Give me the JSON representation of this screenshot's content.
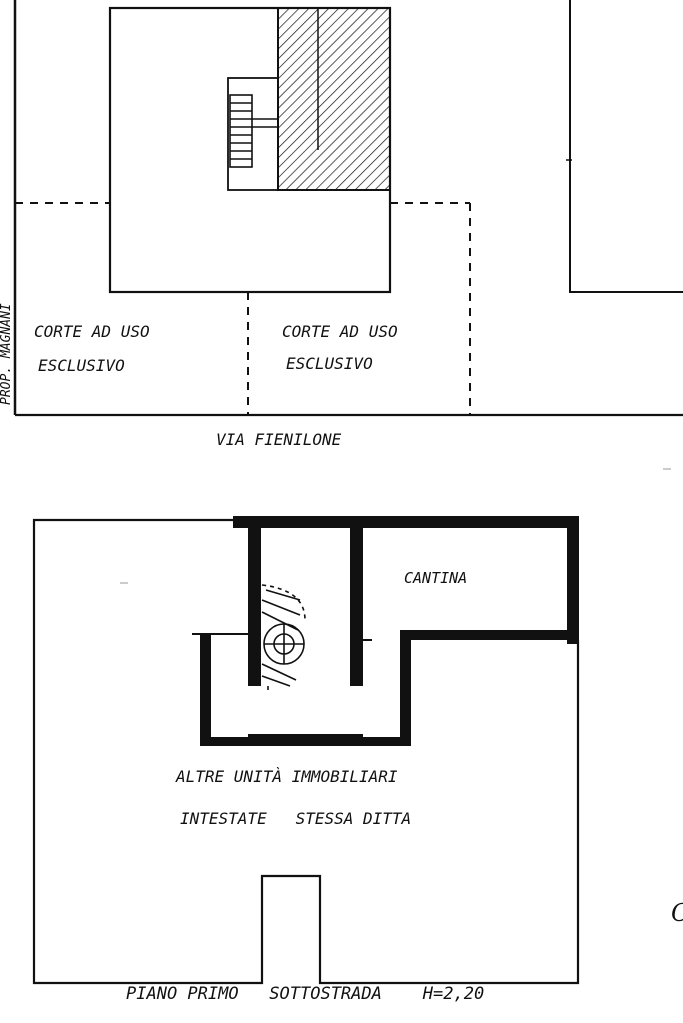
{
  "upper_plan": {
    "left_side_label": "PROP. MAGNANI",
    "courtyard_left_line1": "CORTE AD USO",
    "courtyard_left_line2": "ESCLUSIVO",
    "courtyard_right_line1": "CORTE AD USO",
    "courtyard_right_line2": "ESCLUSIVO",
    "street_label": "VIA FIENILONE"
  },
  "lower_plan": {
    "cellar_label": "CANTINA",
    "other_units_line1": "ALTRE UNITÀ IMMOBILIARI",
    "other_units_line2": "INTESTATE   STESSA DITTA",
    "floor_caption": "PIANO PRIMO   SOTTOSTRADA    H=2,20"
  },
  "edge_mark": "C",
  "colors": {
    "ink": "#111111",
    "paper": "#ffffff"
  }
}
